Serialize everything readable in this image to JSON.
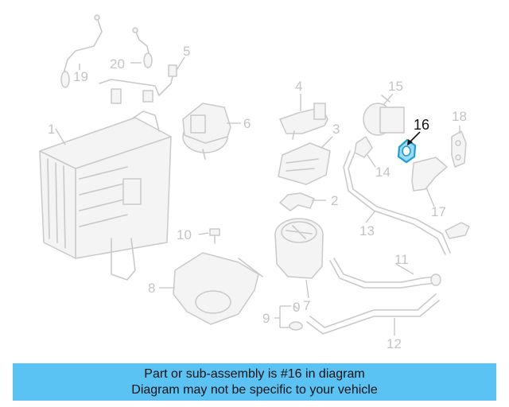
{
  "diagram": {
    "callouts": [
      "1",
      "2",
      "3",
      "4",
      "5",
      "6",
      "7",
      "8",
      "9",
      "10",
      "11",
      "12",
      "13",
      "14",
      "15",
      "16",
      "17",
      "18",
      "19",
      "20"
    ],
    "highlighted_part": "16",
    "highlight_color": "#1a9fd8",
    "dimmed_color": "#c4c4c4"
  },
  "banner": {
    "line1": "Part or sub-assembly is #16 in diagram",
    "line2": "Diagram may not be specific to your vehicle",
    "background": "#5bc3f4"
  }
}
